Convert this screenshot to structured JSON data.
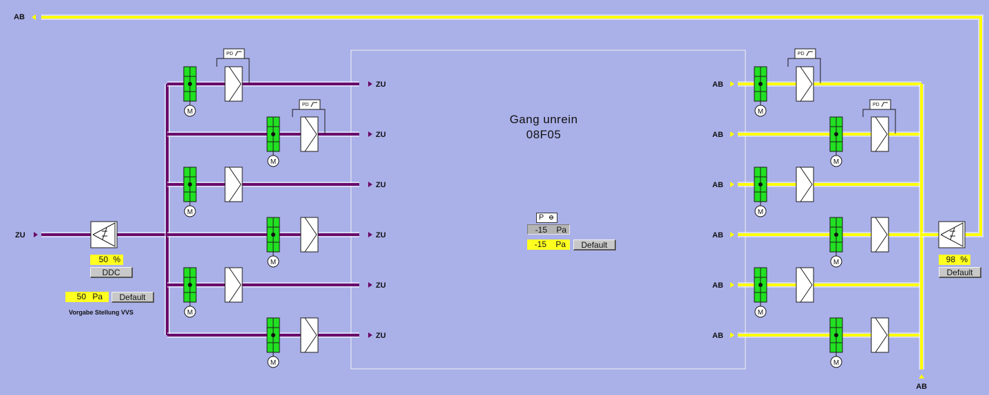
{
  "room": {
    "title": "Gang unrein",
    "code": "08F05"
  },
  "labels": {
    "exhaust_top": "AB",
    "supply_main": "ZU",
    "exhaust_bottom": "AB",
    "supply_outlets": [
      "ZU",
      "ZU",
      "ZU",
      "ZU",
      "ZU",
      "ZU"
    ],
    "exhaust_inlets": [
      "AB",
      "AB",
      "AB",
      "AB",
      "AB",
      "AB"
    ]
  },
  "supply_controller": {
    "position": "50",
    "position_unit": "%",
    "mode": "DDC",
    "setpoint": "50",
    "setpoint_unit": "Pa",
    "default_label": "Default",
    "caption": "Vorgabe Stellung VVS"
  },
  "room_pressure": {
    "label": "P",
    "actual": "-15",
    "actual_unit": "Pa",
    "setpoint": "-15",
    "setpoint_unit": "Pa",
    "default_label": "Default"
  },
  "exhaust_controller": {
    "position": "98",
    "position_unit": "%",
    "default_label": "Default"
  },
  "pd_switch_label": "PD",
  "motor_label": "M",
  "colors": {
    "background": "#aab0e8",
    "supply_duct": "#6a0a6a",
    "exhaust_duct": "#ffff00",
    "damper": "#22e022",
    "value_field": "#ffff20"
  },
  "icons": [
    "damper-icon",
    "motor-icon",
    "filter-icon",
    "pressure-switch-icon",
    "vav-controller-icon",
    "arrow-icon"
  ]
}
